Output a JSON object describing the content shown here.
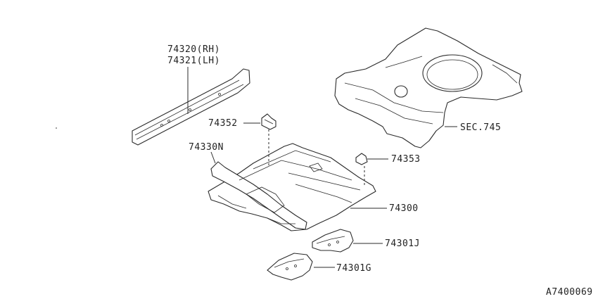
{
  "labels": {
    "rail_rh": "74320(RH)",
    "rail_lh": "74321(LH)",
    "bracket_top": "74352",
    "side_member": "74330N",
    "bracket_right": "74353",
    "floor_panel": "74300",
    "rear_floor": "SEC.745",
    "cross_member_j": "74301J",
    "cross_member_g": "74301G"
  },
  "diagram_id": "A7400069"
}
